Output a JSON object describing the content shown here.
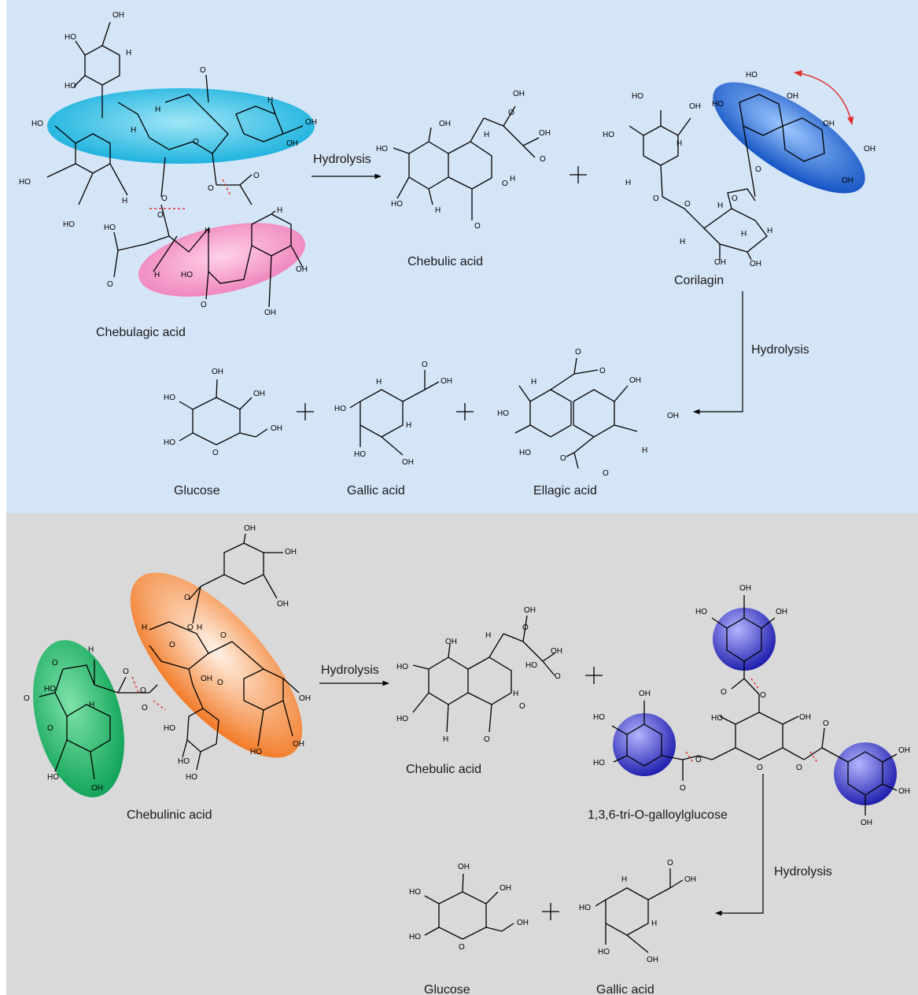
{
  "panels": {
    "top_color": "#d5e5f8",
    "bottom_color": "#d9d9d9"
  },
  "labels": {
    "chebulagic_acid": "Chebulagic acid",
    "chebulic_acid_top": "Chebulic acid",
    "corilagin": "Corilagin",
    "hydrolysis_1": "Hydrolysis",
    "hydrolysis_2": "Hydrolysis",
    "glucose_top": "Glucose",
    "gallic_acid_top": "Gallic acid",
    "ellagic_acid": "Ellagic acid",
    "chebulinic_acid": "Chebulinic acid",
    "hydrolysis_3": "Hydrolysis",
    "chebulic_acid_bottom": "Chebulic acid",
    "trigalloylglucose": "1,3,6-tri-O-galloylglucose",
    "hydrolysis_4": "Hydrolysis",
    "glucose_bottom": "Glucose",
    "gallic_acid_bottom": "Gallic acid"
  },
  "atoms": {
    "oh": "OH",
    "ho": "HO",
    "h": "H",
    "o": "O"
  },
  "highlights": {
    "cyan": "#3fc3e6",
    "pink": "#f29ac8",
    "blue": "#1f6fd6",
    "orange": "#f5883a",
    "green": "#1bb267",
    "navy": "#3434c8",
    "cleavage": "#e0302c",
    "rotation_arrow": "#e0302c"
  }
}
